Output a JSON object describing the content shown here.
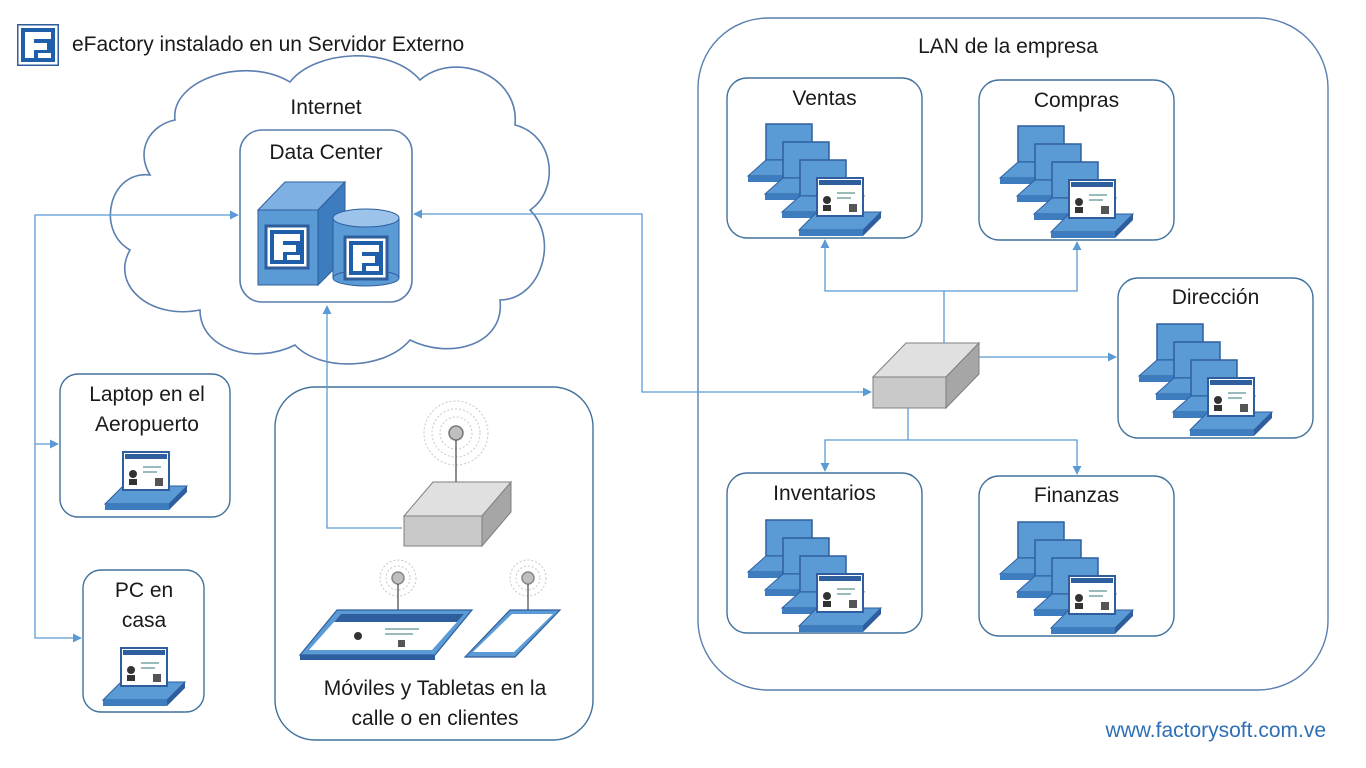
{
  "header": {
    "title": "eFactory instalado en un Servidor Externo"
  },
  "cloud": {
    "label": "Internet",
    "data_center_label": "Data Center"
  },
  "lan": {
    "label": "LAN de la empresa",
    "departments": [
      {
        "name": "Ventas"
      },
      {
        "name": "Compras"
      },
      {
        "name": "Dirección"
      },
      {
        "name": "Inventarios"
      },
      {
        "name": "Finanzas"
      }
    ]
  },
  "remote": {
    "laptop_label": "Laptop en el Aeropuerto",
    "pc_label": "PC en casa"
  },
  "mobile": {
    "label": "Móviles y Tabletas en la calle o en clientes"
  },
  "footer": {
    "website": "www.factorysoft.com.ve"
  },
  "colors": {
    "accent": "#5b9bd5",
    "accent_dark": "#2e5e9e",
    "outline": "#5a7fb0",
    "box_border": "#41719c",
    "gray_device": "#c9c9c9",
    "website_text": "#2f6fb5"
  },
  "icons": [
    "efactory-logo-icon",
    "server-icon",
    "database-icon",
    "switch-icon",
    "wifi-router-icon",
    "workstation-icon",
    "tablet-icon",
    "phone-icon"
  ]
}
